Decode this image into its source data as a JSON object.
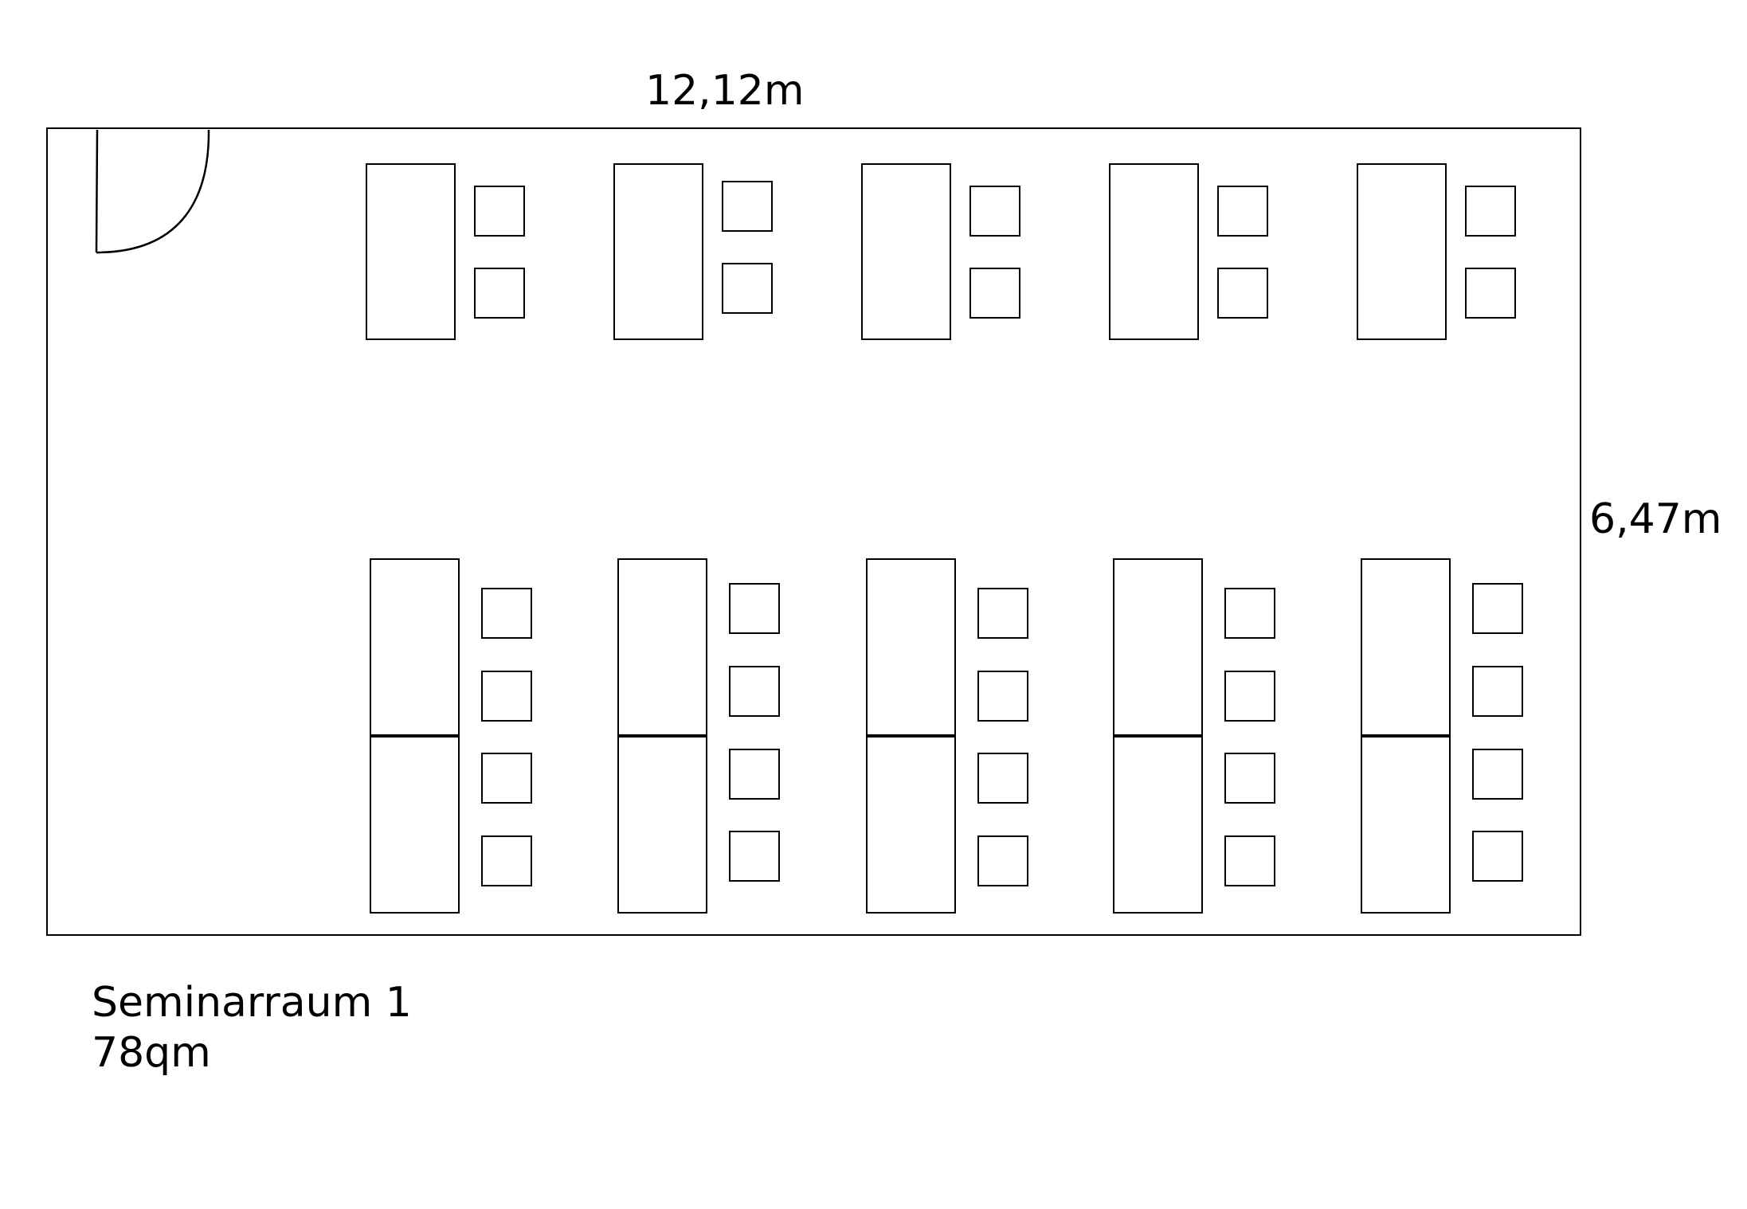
{
  "dimensions": {
    "width": "12,12m",
    "depth": "6,47m"
  },
  "room": {
    "name": "Seminarraum 1",
    "area": "78qm"
  },
  "layout": {
    "front_row": {
      "tables": 5,
      "chairs_per_table": 2
    },
    "back_row": {
      "tables": 5,
      "table_segments": 2,
      "chairs_per_table": 4
    },
    "door": "top-left"
  }
}
